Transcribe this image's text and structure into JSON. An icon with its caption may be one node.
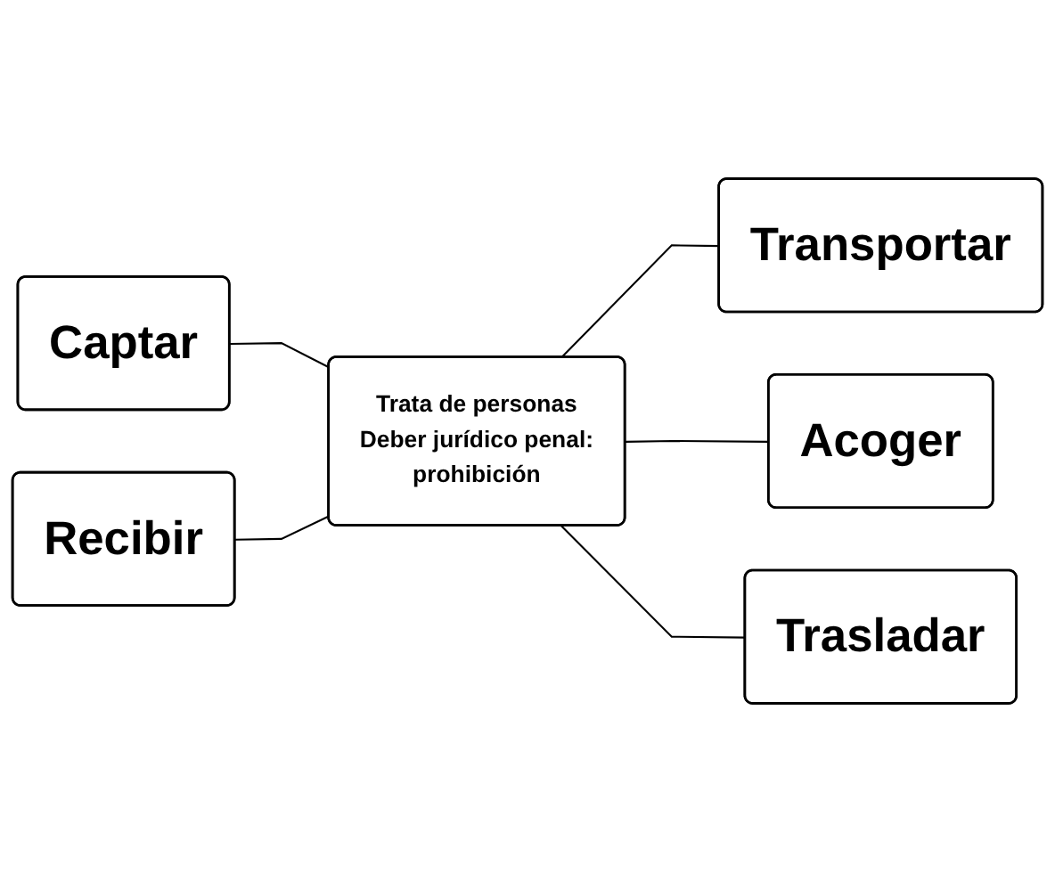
{
  "diagram": {
    "nodes": [
      {
        "text": [
          "Captar"
        ]
      },
      {
        "text": [
          "Recibir"
        ]
      },
      {
        "text": [
          "Trata de personas",
          "Deber jurídico penal:",
          "prohibición"
        ]
      },
      {
        "text": [
          "Transportar"
        ]
      },
      {
        "text": [
          "Acoger"
        ]
      },
      {
        "text": [
          "Trasladar"
        ]
      }
    ],
    "edges": [
      {
        "from": 0,
        "to": 2,
        "arrow": "none"
      },
      {
        "from": 1,
        "to": 2,
        "arrow": "none"
      },
      {
        "from": 2,
        "to": 3,
        "arrow": "none"
      },
      {
        "from": 2,
        "to": 4,
        "arrow": "none"
      },
      {
        "from": 2,
        "to": 5,
        "arrow": "none"
      }
    ]
  }
}
